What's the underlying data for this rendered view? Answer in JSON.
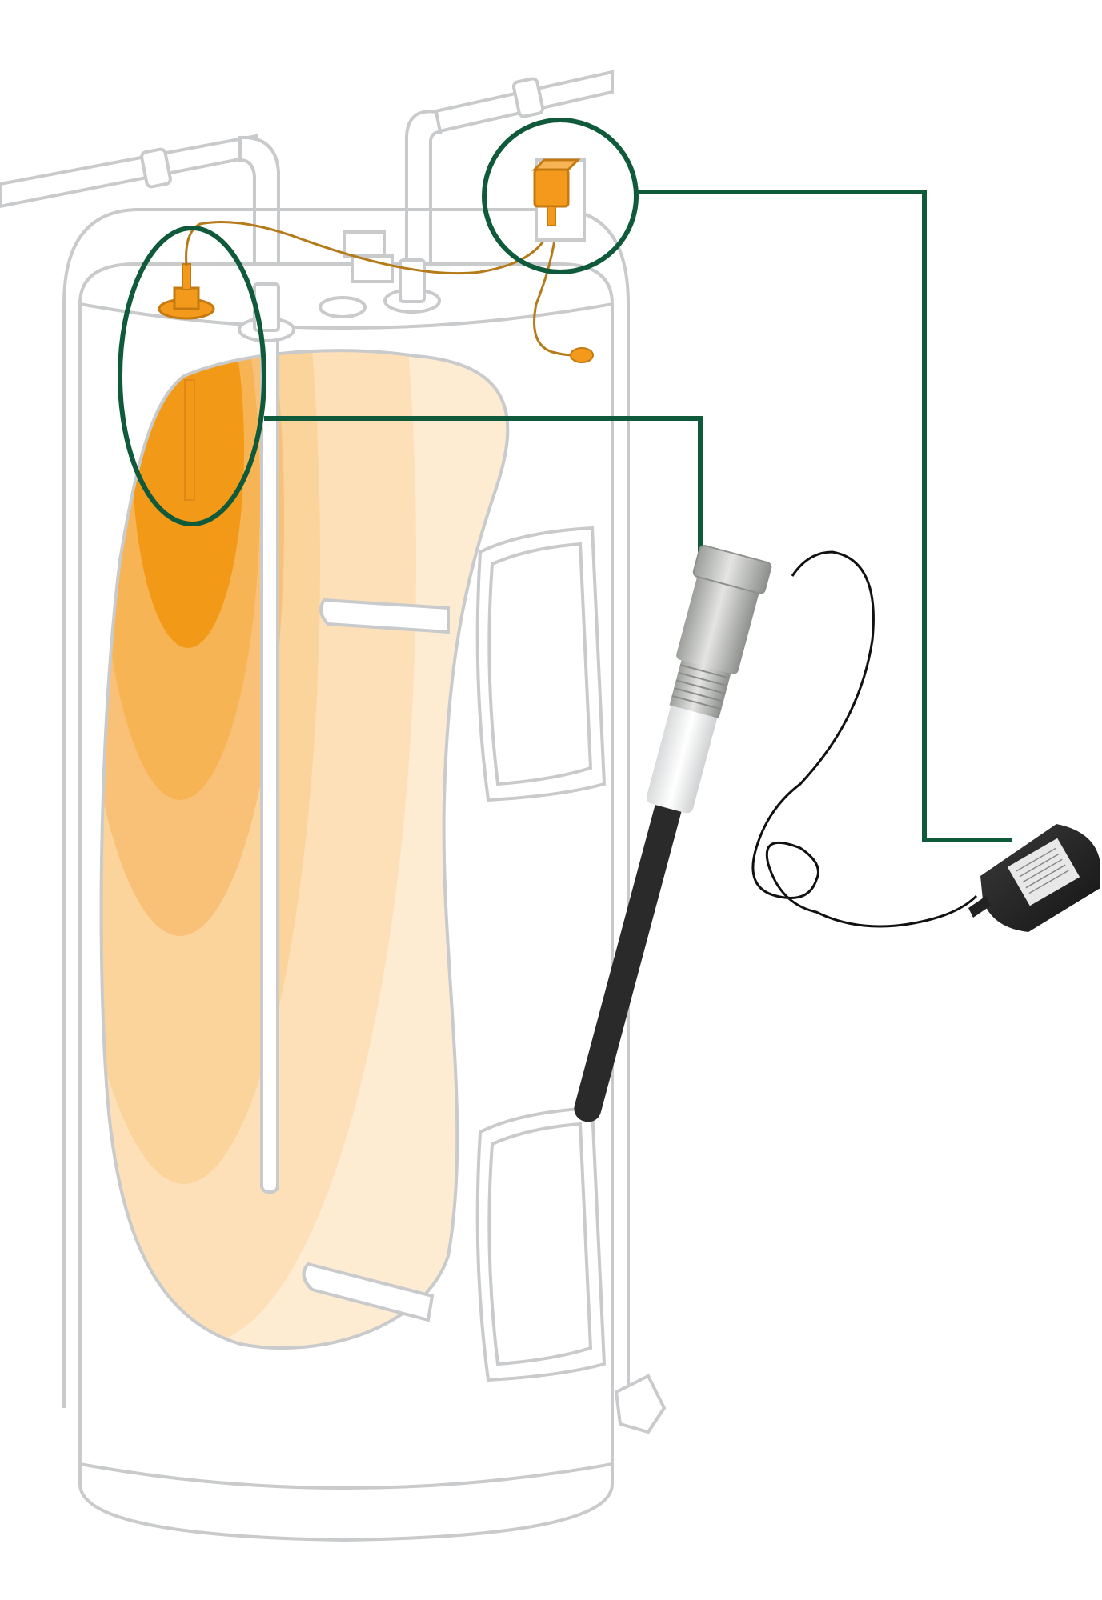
{
  "diagram": {
    "subject": "water-heater-powered-anode-rod-installation",
    "colors": {
      "outline": "#c9cacb",
      "callout": "#0f5a3a",
      "hot_dark": "#f29a18",
      "hot_mid": "#f7b455",
      "hot_light": "#fbd49c",
      "water": "#fdebd2",
      "adapter_orange": "#f39a1c",
      "rod_black": "#2a2a2a",
      "steel": "#bfc0bd"
    },
    "components": [
      {
        "id": "water-heater-tank",
        "icon": "water-heater-icon"
      },
      {
        "id": "anode-rod-cap",
        "icon": "anode-cap-icon"
      },
      {
        "id": "wall-adapter",
        "icon": "plug-adapter-icon"
      },
      {
        "id": "titanium-anode-rod",
        "icon": "anode-rod-icon"
      },
      {
        "id": "ac-power-adapter",
        "icon": "power-adapter-icon"
      }
    ]
  }
}
